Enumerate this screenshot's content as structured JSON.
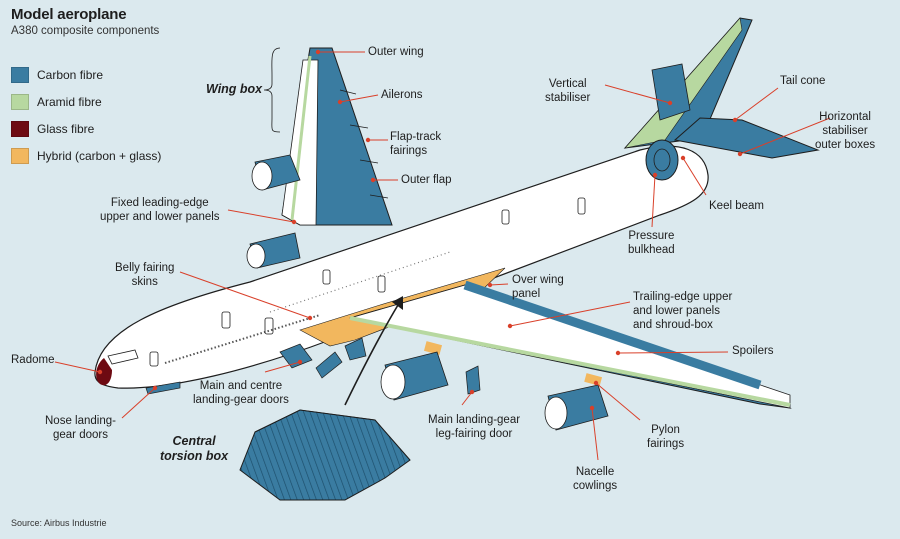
{
  "title": "Model aeroplane",
  "subtitle": "A380 composite components",
  "source": "Source: Airbus Industrie",
  "colors": {
    "carbon": "#3a7ca1",
    "aramid": "#b7d8a0",
    "glass": "#6e0a12",
    "hybrid": "#f2b75e",
    "fuselage": "#ffffff",
    "outline": "#2b2b2b",
    "leader": "#d9402a",
    "background": "#dbe9ee"
  },
  "legend": [
    {
      "label": "Carbon fibre",
      "color": "#3a7ca1"
    },
    {
      "label": "Aramid fibre",
      "color": "#b7d8a0"
    },
    {
      "label": "Glass fibre",
      "color": "#6e0a12"
    },
    {
      "label": "Hybrid (carbon + glass)",
      "color": "#f2b75e"
    }
  ],
  "labels": {
    "wing_box": "Wing box",
    "outer_wing": "Outer wing",
    "ailerons": "Ailerons",
    "flap_track": "Flap-track\nfairings",
    "outer_flap": "Outer flap",
    "fixed_leading_edge": "Fixed leading-edge\nupper and lower panels",
    "belly_fairing": "Belly fairing\nskins",
    "radome": "Radome",
    "nose_gear": "Nose landing-\ngear doors",
    "main_gear_doors": "Main and centre\nlanding-gear doors",
    "central_torsion": "Central\ntorsion box",
    "leg_fairing": "Main landing-gear\nleg-fairing door",
    "over_wing": "Over wing\npanel",
    "trailing_edge": "Trailing-edge upper\nand lower panels\nand shroud-box",
    "spoilers": "Spoilers",
    "pylon": "Pylon\nfairings",
    "nacelle": "Nacelle\ncowlings",
    "vertical_stab": "Vertical\nstabiliser",
    "tail_cone": "Tail cone",
    "horizontal_stab": "Horizontal\nstabiliser\nouter boxes",
    "keel_beam": "Keel beam",
    "pressure_bulkhead": "Pressure\nbulkhead"
  }
}
